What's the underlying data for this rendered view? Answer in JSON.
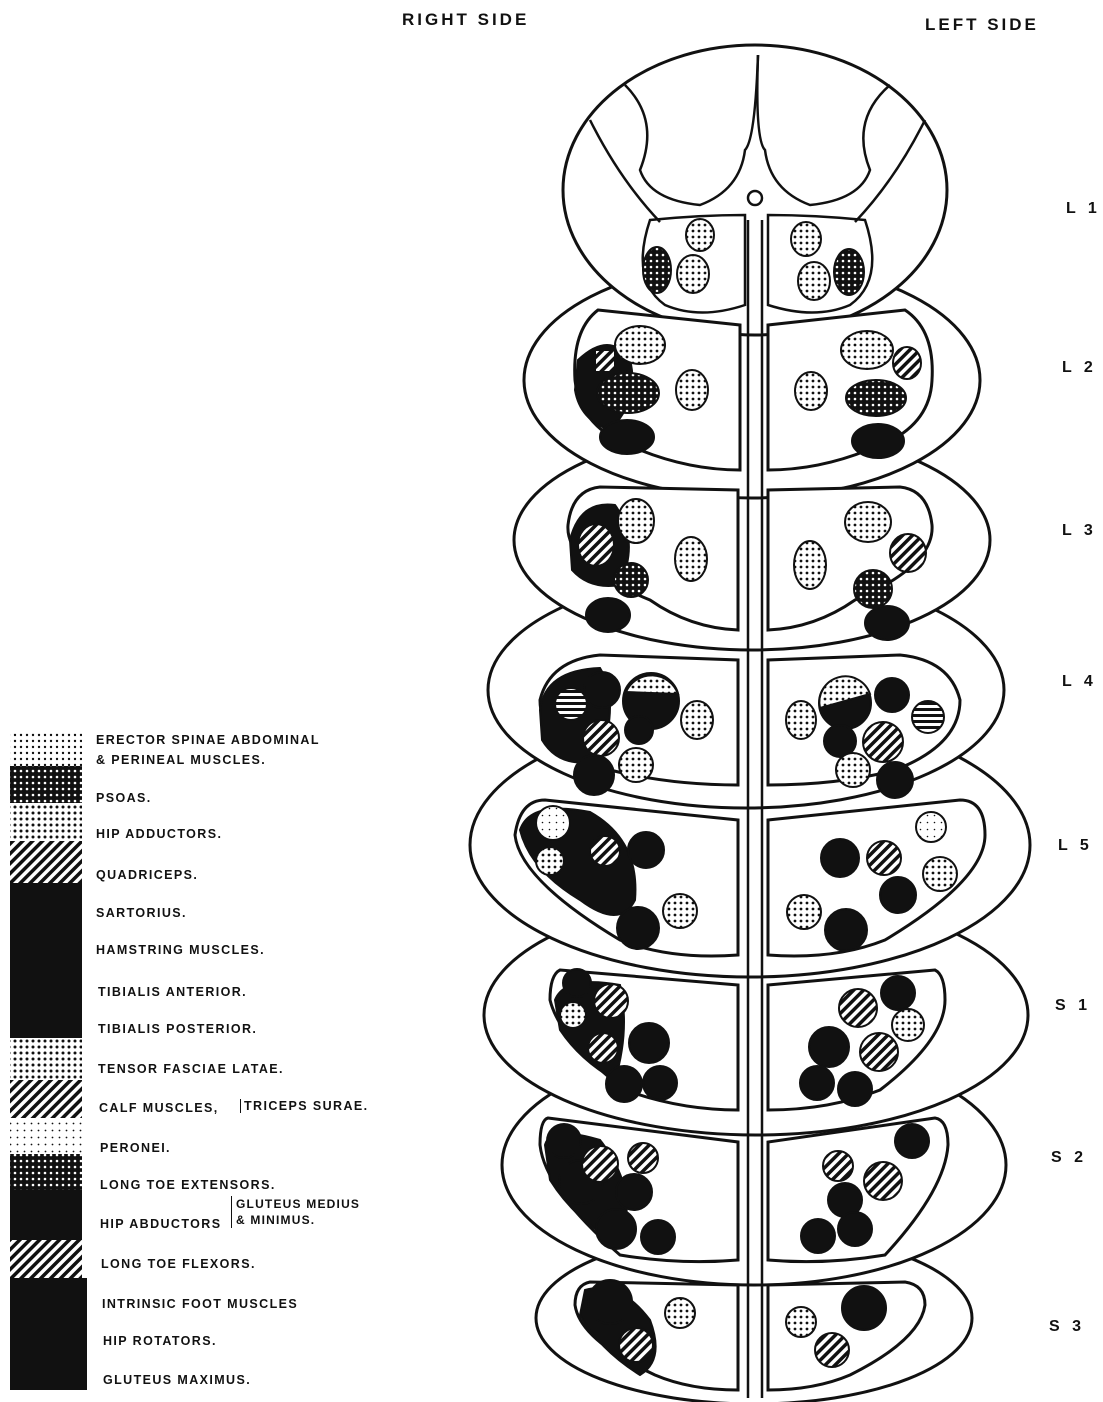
{
  "header": {
    "right_side": "RIGHT SIDE",
    "left_side": "LEFT SIDE"
  },
  "segments": [
    "L 1",
    "L 2",
    "L 3",
    "L 4",
    "L 5",
    "S 1",
    "S 2",
    "S 3"
  ],
  "legend": [
    {
      "line1": "ERECTOR SPINAE ABDOMINAL",
      "line2": "& PERINEAL MUSCLES.",
      "pattern": "dots"
    },
    {
      "line1": "PSOAS.",
      "pattern": "dark-dots"
    },
    {
      "line1": "HIP ADDUCTORS.",
      "pattern": "dots"
    },
    {
      "line1": "QUADRICEPS.",
      "pattern": "hatch"
    },
    {
      "line1": "SARTORIUS.",
      "pattern": "solid"
    },
    {
      "line1": "HAMSTRING MUSCLES.",
      "pattern": "solid"
    },
    {
      "line1": "TIBIALIS ANTERIOR.",
      "pattern": "solid"
    },
    {
      "line1": "TIBIALIS POSTERIOR.",
      "pattern": "solid"
    },
    {
      "line1": "TENSOR FASCIAE LATAE.",
      "pattern": "dots"
    },
    {
      "line1": "CALF MUSCLES,",
      "bracket": "TRICEPS SURAE.",
      "pattern": "hatch"
    },
    {
      "line1": "PERONEI.",
      "pattern": "light-dots"
    },
    {
      "line1": "LONG TOE EXTENSORS.",
      "pattern": "dark-dots"
    },
    {
      "line1": "HIP ABDUCTORS",
      "bracket_line1": "GLUTEUS MEDIUS",
      "bracket_line2": "& MINIMUS.",
      "pattern": "solid"
    },
    {
      "line1": "LONG TOE FLEXORS.",
      "pattern": "hatch"
    },
    {
      "line1": "INTRINSIC FOOT MUSCLES",
      "pattern": "solid"
    },
    {
      "line1": "HIP ROTATORS.",
      "pattern": "solid"
    },
    {
      "line1": "GLUTEUS MAXIMUS.",
      "pattern": "solid"
    }
  ]
}
